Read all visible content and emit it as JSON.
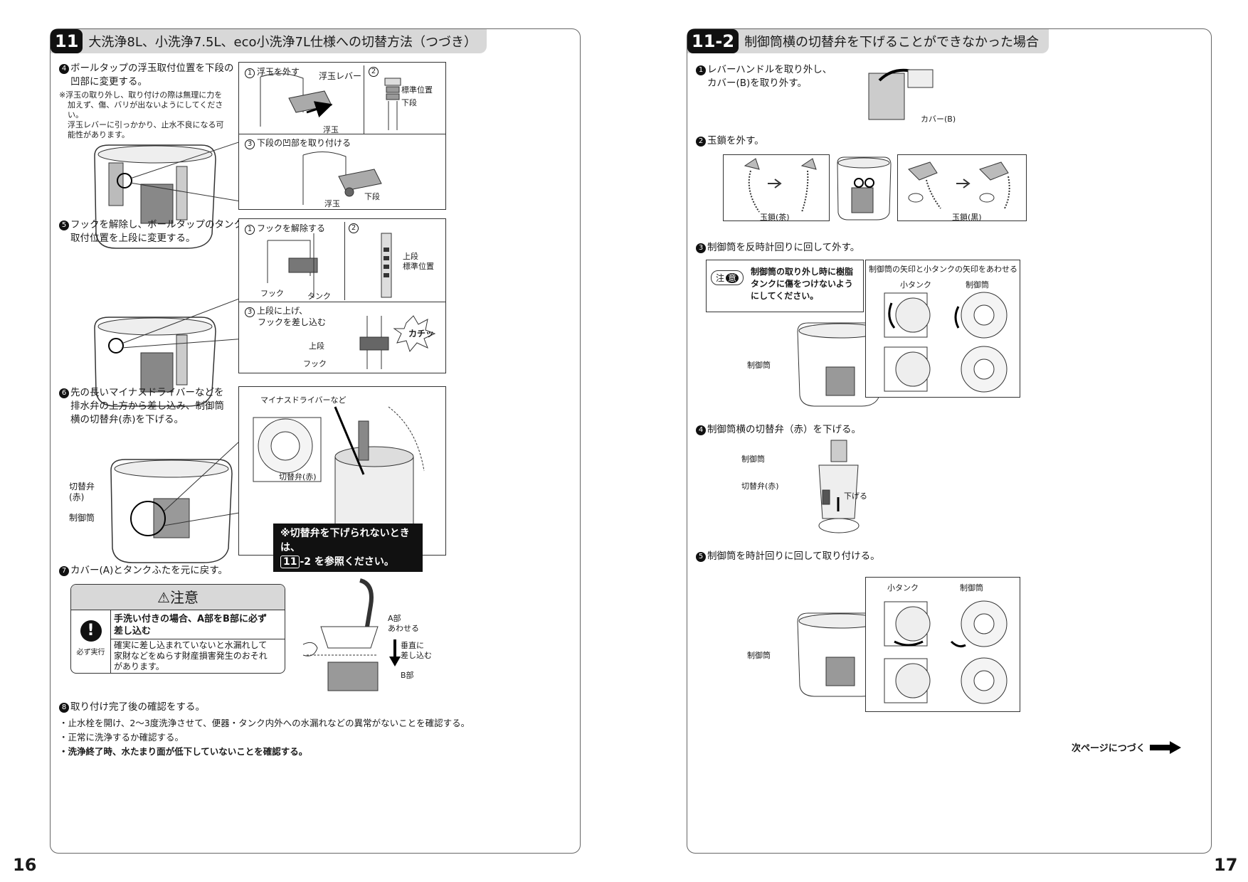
{
  "left_page": {
    "page_number": "16",
    "section": {
      "number": "11",
      "title": "大洗浄8L、小洗浄7.5L、eco小洗浄7L仕様への切替方法（つづき）"
    },
    "step4": {
      "bullet": "4",
      "text_line1": "ボールタップの浮玉取付位置を下段の",
      "text_line2": "凹部に変更する。",
      "note_line1": "※浮玉の取り外し、取り付けの際は無理に力を",
      "note_line2": "加えず、傷、バリが出ないようにしてください。",
      "note_line3": "浮玉レバーに引っかかり、止水不良になる可",
      "note_line4": "能性があります。",
      "fig": {
        "p1_num": "1",
        "p1_label": "浮玉を外す",
        "lever": "浮玉レバー",
        "p2_num": "2",
        "standard": "標準位置",
        "lower": "下段",
        "float": "浮玉",
        "p3_num": "3",
        "p3_label": "下段の凹部を取り付ける",
        "lower2": "下段",
        "float2": "浮玉"
      }
    },
    "step5": {
      "bullet": "5",
      "text_line1": "フックを解除し、ボールタップのタンク",
      "text_line2": "取付位置を上段に変更する。",
      "fig": {
        "p1_num": "1",
        "p1_label": "フックを解除する",
        "p2_num": "2",
        "upper": "上段",
        "standard": "標準位置",
        "hook": "フック",
        "tank": "タンク",
        "p3_num": "3",
        "p3_line1": "上段に上げ、",
        "p3_line2": "フックを差し込む",
        "click": "カチッ",
        "upper2": "上段",
        "hook2": "フック"
      }
    },
    "step6": {
      "bullet": "6",
      "text_line1": "先の長いマイナスドライバーなどを",
      "text_line2": "排水弁の上方から差し込み、制御筒",
      "text_line3": "横の切替弁(赤)を下げる。",
      "label_valve_line1": "切替弁",
      "label_valve_line2": "(赤)",
      "label_cylinder": "制御筒",
      "fig": {
        "driver": "マイナスドライバーなど",
        "valve": "切替弁(赤)",
        "banner_line1": "※切替弁を下げられないときは、",
        "banner_ref_num": "11",
        "banner_line2": "-2 を参照ください。"
      }
    },
    "step7": {
      "bullet": "7",
      "text": "カバー(A)とタンクふたを元に戻す。"
    },
    "caution": {
      "title": "注意",
      "icon_label": "必ず実行",
      "head_line1": "手洗い付きの場合、A部をB部に必ず",
      "head_line2": "差し込む",
      "body_line1": "確実に差し込まれていないと水漏れして",
      "body_line2": "家財などをぬらす財産損害発生のおそれ",
      "body_line3": "があります。"
    },
    "fig7": {
      "a_part_line1": "A部",
      "a_part_line2": "あわせる",
      "vertical_line1": "垂直に",
      "vertical_line2": "差し込む",
      "b_part": "B部"
    },
    "step8": {
      "bullet": "8",
      "text": "取り付け完了後の確認をする。",
      "check1": "・止水栓を開け、2〜3度洗浄させて、便器・タンク内外への水漏れなどの異常がないことを確認する。",
      "check2": "・正常に洗浄するか確認する。",
      "check3": "・洗浄終了時、水たまり面が低下していないことを確認する。"
    }
  },
  "right_page": {
    "page_number": "17",
    "section": {
      "number": "11-2",
      "title": "制御筒横の切替弁を下げることができなかった場合"
    },
    "step1": {
      "bullet": "1",
      "text_line1": "レバーハンドルを取り外し、",
      "text_line2": "カバー(B)を取り外す。",
      "cover": "カバー(B)"
    },
    "step2": {
      "bullet": "2",
      "text": "玉鎖を外す。",
      "chain_brown": "玉鎖(茶)",
      "chain_black": "玉鎖(黒)"
    },
    "step3": {
      "bullet": "3",
      "text": "制御筒を反時計回りに回して外す。",
      "caution_tag1": "注",
      "caution_tag2": "意",
      "caution_line1": "制御筒の取り外し時に樹脂",
      "caution_line2": "タンクに傷をつけないよう",
      "caution_line3": "にしてください。",
      "fig_title": "制御筒の矢印と小タンクの矢印をあわせる",
      "small_tank": "小タンク",
      "cylinder": "制御筒",
      "cylinder_label": "制御筒"
    },
    "step4": {
      "bullet": "4",
      "text": "制御筒横の切替弁（赤）を下げる。",
      "cylinder": "制御筒",
      "valve": "切替弁(赤)",
      "lower": "下げる"
    },
    "step5": {
      "bullet": "5",
      "text": "制御筒を時計回りに回して取り付ける。",
      "small_tank": "小タンク",
      "cylinder": "制御筒",
      "cylinder_label": "制御筒"
    },
    "continue": "次ページにつづく"
  }
}
